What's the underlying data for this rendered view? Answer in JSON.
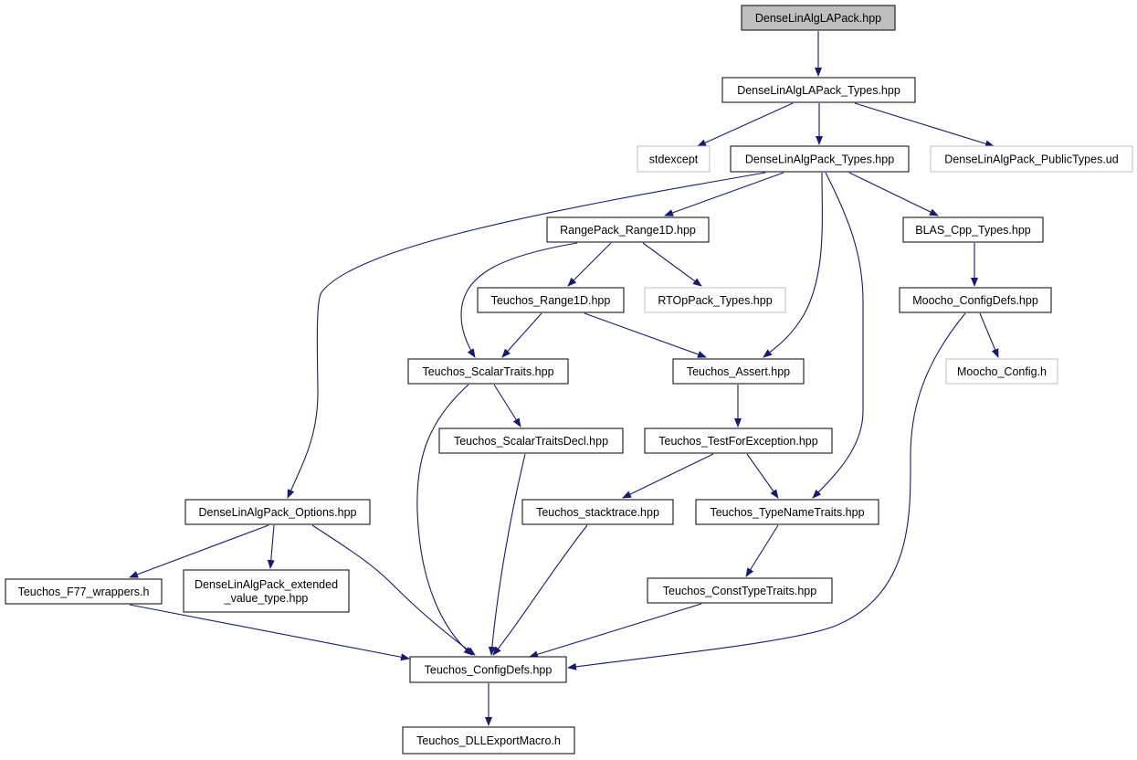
{
  "graph": {
    "nodes": {
      "root": {
        "label": "DenseLinAlgLAPack.hpp",
        "kind": "root"
      },
      "lapack_types": {
        "label": "DenseLinAlgLAPack_Types.hpp",
        "kind": "local"
      },
      "stdexcept": {
        "label": "stdexcept",
        "kind": "external"
      },
      "dlap_types": {
        "label": "DenseLinAlgPack_Types.hpp",
        "kind": "local"
      },
      "public_types": {
        "label": "DenseLinAlgPack_PublicTypes.ud",
        "kind": "external"
      },
      "range1d": {
        "label": "RangePack_Range1D.hpp",
        "kind": "local"
      },
      "blas_types": {
        "label": "BLAS_Cpp_Types.hpp",
        "kind": "local"
      },
      "t_range1d": {
        "label": "Teuchos_Range1D.hpp",
        "kind": "local"
      },
      "rtop_types": {
        "label": "RTOpPack_Types.hpp",
        "kind": "external"
      },
      "moocho_cfgdefs": {
        "label": "Moocho_ConfigDefs.hpp",
        "kind": "local"
      },
      "scalartraits": {
        "label": "Teuchos_ScalarTraits.hpp",
        "kind": "local"
      },
      "assert": {
        "label": "Teuchos_Assert.hpp",
        "kind": "local"
      },
      "moocho_config": {
        "label": "Moocho_Config.h",
        "kind": "external"
      },
      "scalartraitsdecl": {
        "label": "Teuchos_ScalarTraitsDecl.hpp",
        "kind": "local"
      },
      "testforexc": {
        "label": "Teuchos_TestForException.hpp",
        "kind": "local"
      },
      "options": {
        "label": "DenseLinAlgPack_Options.hpp",
        "kind": "local"
      },
      "stacktrace": {
        "label": "Teuchos_stacktrace.hpp",
        "kind": "local"
      },
      "typenametraits": {
        "label": "Teuchos_TypeNameTraits.hpp",
        "kind": "local"
      },
      "f77": {
        "label": "Teuchos_F77_wrappers.h",
        "kind": "local"
      },
      "extended": {
        "label": "DenseLinAlgPack_extended\n_value_type.hpp",
        "kind": "local"
      },
      "consttypetraits": {
        "label": "Teuchos_ConstTypeTraits.hpp",
        "kind": "local"
      },
      "configdefs": {
        "label": "Teuchos_ConfigDefs.hpp",
        "kind": "local"
      },
      "dllexport": {
        "label": "Teuchos_DLLExportMacro.h",
        "kind": "local"
      }
    },
    "edges": [
      [
        "root",
        "lapack_types"
      ],
      [
        "lapack_types",
        "stdexcept"
      ],
      [
        "lapack_types",
        "dlap_types"
      ],
      [
        "lapack_types",
        "public_types"
      ],
      [
        "dlap_types",
        "range1d"
      ],
      [
        "dlap_types",
        "blas_types"
      ],
      [
        "dlap_types",
        "options"
      ],
      [
        "dlap_types",
        "assert"
      ],
      [
        "dlap_types",
        "typenametraits"
      ],
      [
        "range1d",
        "t_range1d"
      ],
      [
        "range1d",
        "rtop_types"
      ],
      [
        "range1d",
        "scalartraits"
      ],
      [
        "blas_types",
        "moocho_cfgdefs"
      ],
      [
        "t_range1d",
        "scalartraits"
      ],
      [
        "t_range1d",
        "assert"
      ],
      [
        "moocho_cfgdefs",
        "moocho_config"
      ],
      [
        "moocho_cfgdefs",
        "configdefs"
      ],
      [
        "scalartraits",
        "scalartraitsdecl"
      ],
      [
        "scalartraits",
        "configdefs"
      ],
      [
        "assert",
        "testforexc"
      ],
      [
        "scalartraitsdecl",
        "configdefs"
      ],
      [
        "testforexc",
        "stacktrace"
      ],
      [
        "testforexc",
        "typenametraits"
      ],
      [
        "options",
        "f77"
      ],
      [
        "options",
        "extended"
      ],
      [
        "options",
        "configdefs"
      ],
      [
        "stacktrace",
        "configdefs"
      ],
      [
        "typenametraits",
        "consttypetraits"
      ],
      [
        "f77",
        "configdefs"
      ],
      [
        "consttypetraits",
        "configdefs"
      ],
      [
        "configdefs",
        "dllexport"
      ]
    ]
  },
  "colors": {
    "edge": "#191970",
    "root_fill": "#bfbfbf",
    "local_border": "#000000",
    "external_border": "#bfbfbf",
    "node_fill": "#ffffff"
  }
}
